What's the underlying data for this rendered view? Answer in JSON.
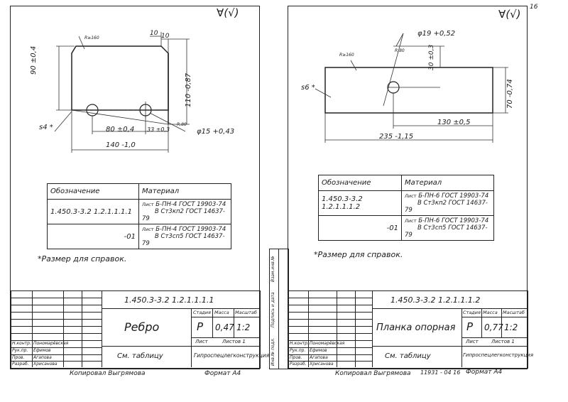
{
  "page_number": "16",
  "left": {
    "roughness_symbol": "∀(√)",
    "radius_label": "R≥160",
    "dim_top_10_a": "10",
    "dim_top_10_b": "10",
    "dim_height": "90 ±0,4",
    "dim_right_height": "110 -0,87",
    "dim_thickness": "s4 *",
    "dim_80": "80 ±0,4",
    "dim_33": "33 ±0,3",
    "dim_r80": "R,80",
    "dim_hole": "φ15 +0,43",
    "dim_width": "140 -1,0",
    "table": {
      "col1": "Обозначение",
      "col2": "Материал",
      "row1_code": "1.450.3-3.2   1.2.1.1.1.1",
      "row1_prefix": "Лист",
      "row1_mat_a": "Б-ПН-4 ГОСТ 19903-74",
      "row1_mat_b": "В Ст3кп2 ГОСТ 14637-79",
      "row2_code": "-01",
      "row2_prefix": "Лист",
      "row2_mat_a": "Б-ПН-4 ГОСТ 19903-74",
      "row2_mat_b": "В Ст3сп5 ГОСТ 14637-79"
    },
    "note": "*Размер  для  справок.",
    "stamp": {
      "code": "1.450.3-3.2   1.2.1.1.1.1",
      "title": "Ребро",
      "h_stage": "Стадия",
      "h_mass": "Масса",
      "h_scale": "Масштаб",
      "stage": "Р",
      "mass": "0,47",
      "scale": "1:2",
      "sheet": "Лист",
      "sheets": "Листов 1",
      "see": "См. таблицу",
      "org": "Гипроспецлегконструкция",
      "roles": [
        "Н.контр.",
        "Рук.пр.",
        "Пров.",
        "Разраб."
      ],
      "names": [
        "Пономарёвская",
        "Ефимов",
        "Агапова",
        "Хрисанова"
      ]
    },
    "copied": "Копировал  Выгрямова",
    "format": "Формат  А4"
  },
  "right": {
    "roughness_symbol": "∀(√)",
    "page": "16",
    "radius_label": "R≥160",
    "dim_hole": "φ19 +0,52",
    "dim_r80": "R,80",
    "dim_30": "30 ±0,3",
    "dim_thickness": "s6 *",
    "dim_height": "70 -0,74",
    "dim_130": "130 ±0,5",
    "dim_width": "235 -1,15",
    "table": {
      "col1": "Обозначение",
      "col2": "Материал",
      "row1_code": "1.450.3-3.2   1.2.1.1.1.2",
      "row1_prefix": "Лист",
      "row1_mat_a": "Б-ПН-6 ГОСТ 19903-74",
      "row1_mat_b": "В Ст3кп2 ГОСТ 14637-79",
      "row2_code": "-01",
      "row2_prefix": "Лист",
      "row2_mat_a": "Б-ПН-6 ГОСТ 19903-74",
      "row2_mat_b": "В Ст3сп5 ГОСТ 14637-79"
    },
    "note": "*Размер  для  справок.",
    "side_labels": [
      "Инв.№ подл.",
      "Подпись и дата",
      "Взам.инв.№"
    ],
    "stamp": {
      "code": "1.450.3-3.2   1.2.1.1.1.2",
      "title": "Планка  опорная",
      "h_stage": "Стадия",
      "h_mass": "Масса",
      "h_scale": "Масштаб",
      "stage": "Р",
      "mass": "0,77",
      "scale": "1:2",
      "sheet": "Лист",
      "sheets": "Листов 1",
      "see": "См. таблицу",
      "org": "Гипроспецлегконструкция",
      "roles": [
        "Н.контр.",
        "Рук.пр.",
        "Пров.",
        "Разраб."
      ],
      "names": [
        "Пономарёвская",
        "Ефимов",
        "Агапова",
        "Хрисанова"
      ]
    },
    "doc_number": "11931 - 04      16",
    "copied": "Копировал  Выгрямова",
    "format": "Формат  А4"
  }
}
